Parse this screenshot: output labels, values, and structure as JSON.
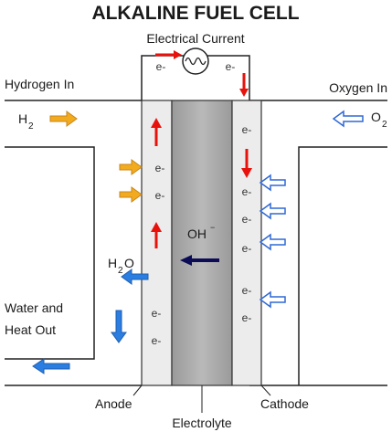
{
  "title": "ALKALINE FUEL CELL",
  "labels": {
    "electrical_current": "Electrical Current",
    "hydrogen_in": "Hydrogen In",
    "oxygen_in": "Oxygen In",
    "h2_base": "H",
    "h2_sub": "2",
    "o2_base": "O",
    "o2_sub": "2",
    "h2o_h": "H",
    "h2o_sub": "2",
    "h2o_o": "O",
    "hydroxide": "OH",
    "hydroxide_sup": "−",
    "water_line1": "Water and",
    "water_line2": "Heat Out",
    "anode": "Anode",
    "electrolyte": "Electrolyte",
    "cathode": "Cathode",
    "electron": "e-"
  },
  "colors": {
    "electrode_fill": "#ececec",
    "electrolyte_fill": "#a9a9a9",
    "electron_arrow": "#e8120c",
    "hydrogen_arrow": "#f2ab1e",
    "oxygen_arrow": "#2f68d6",
    "water_arrow": "#2a7de1",
    "hydroxide_arrow": "#0b0b56"
  },
  "icons": {
    "load": "resistor-coil-icon"
  }
}
